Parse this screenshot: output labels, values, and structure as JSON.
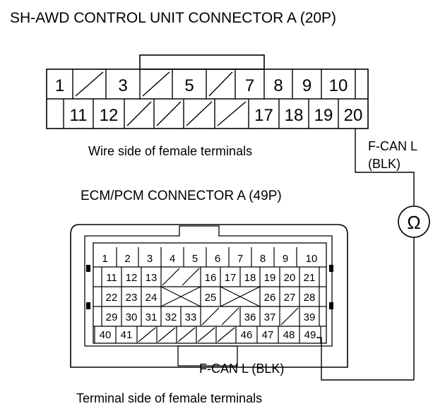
{
  "connector_a": {
    "title": "SH-AWD CONTROL UNIT CONNECTOR A (20P)",
    "top_row": [
      "1",
      "",
      "3",
      "",
      "5",
      "",
      "7",
      "8",
      "9",
      "10"
    ],
    "bottom_row": [
      "",
      "11",
      "12",
      "",
      "",
      "",
      "",
      "17",
      "18",
      "19",
      "20"
    ],
    "caption": "Wire side of female terminals"
  },
  "wire_label": {
    "line1": "F-CAN L",
    "line2": "(BLK)"
  },
  "meter_symbol": "Ω",
  "connector_b": {
    "title": "ECM/PCM CONNECTOR A (49P)",
    "rows": [
      [
        "1",
        "2",
        "3",
        "4",
        "5",
        "6",
        "7",
        "8",
        "9",
        "10"
      ],
      [
        "11",
        "12",
        "13",
        "",
        "",
        "16",
        "17",
        "18",
        "19",
        "20",
        "21"
      ],
      [
        "22",
        "23",
        "24",
        "",
        "",
        "25",
        "",
        "",
        "26",
        "27",
        "28"
      ],
      [
        "29",
        "30",
        "31",
        "32",
        "33",
        "",
        "",
        "36",
        "37",
        "",
        "39"
      ],
      [
        "40",
        "41",
        "",
        "",
        "",
        "",
        "",
        "46",
        "47",
        "48",
        "49"
      ]
    ],
    "probe_label": "F-CAN L (BLK)",
    "caption": "Terminal side of female terminals"
  }
}
